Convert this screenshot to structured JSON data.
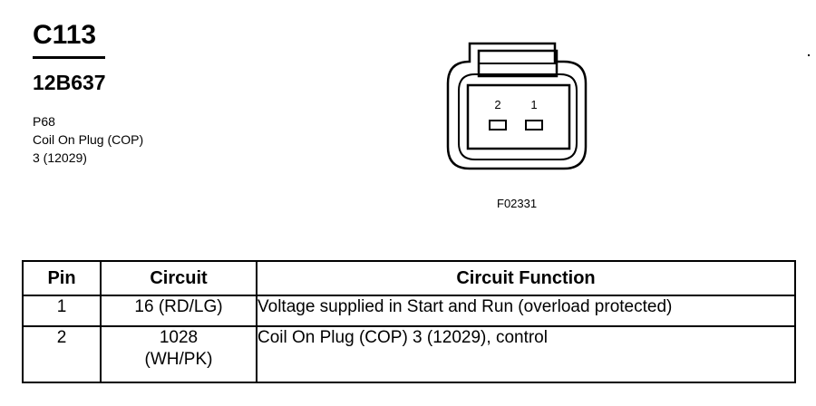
{
  "connector": {
    "id": "C113",
    "part_number": "12B637",
    "page_ref": "P68",
    "component": "Coil On Plug (COP)",
    "component_ref": "3 (12029)"
  },
  "figure": {
    "id": "F02331",
    "pin_labels": [
      "2",
      "1"
    ]
  },
  "table": {
    "headers": {
      "pin": "Pin",
      "circuit": "Circuit",
      "function": "Circuit Function"
    },
    "rows": [
      {
        "pin": "1",
        "circuit_line1": "16 (RD/LG)",
        "circuit_line2": "",
        "function": "Voltage supplied in Start and Run (overload protected)"
      },
      {
        "pin": "2",
        "circuit_line1": "1028",
        "circuit_line2": "(WH/PK)",
        "function": "Coil On Plug (COP) 3 (12029), control"
      }
    ]
  }
}
